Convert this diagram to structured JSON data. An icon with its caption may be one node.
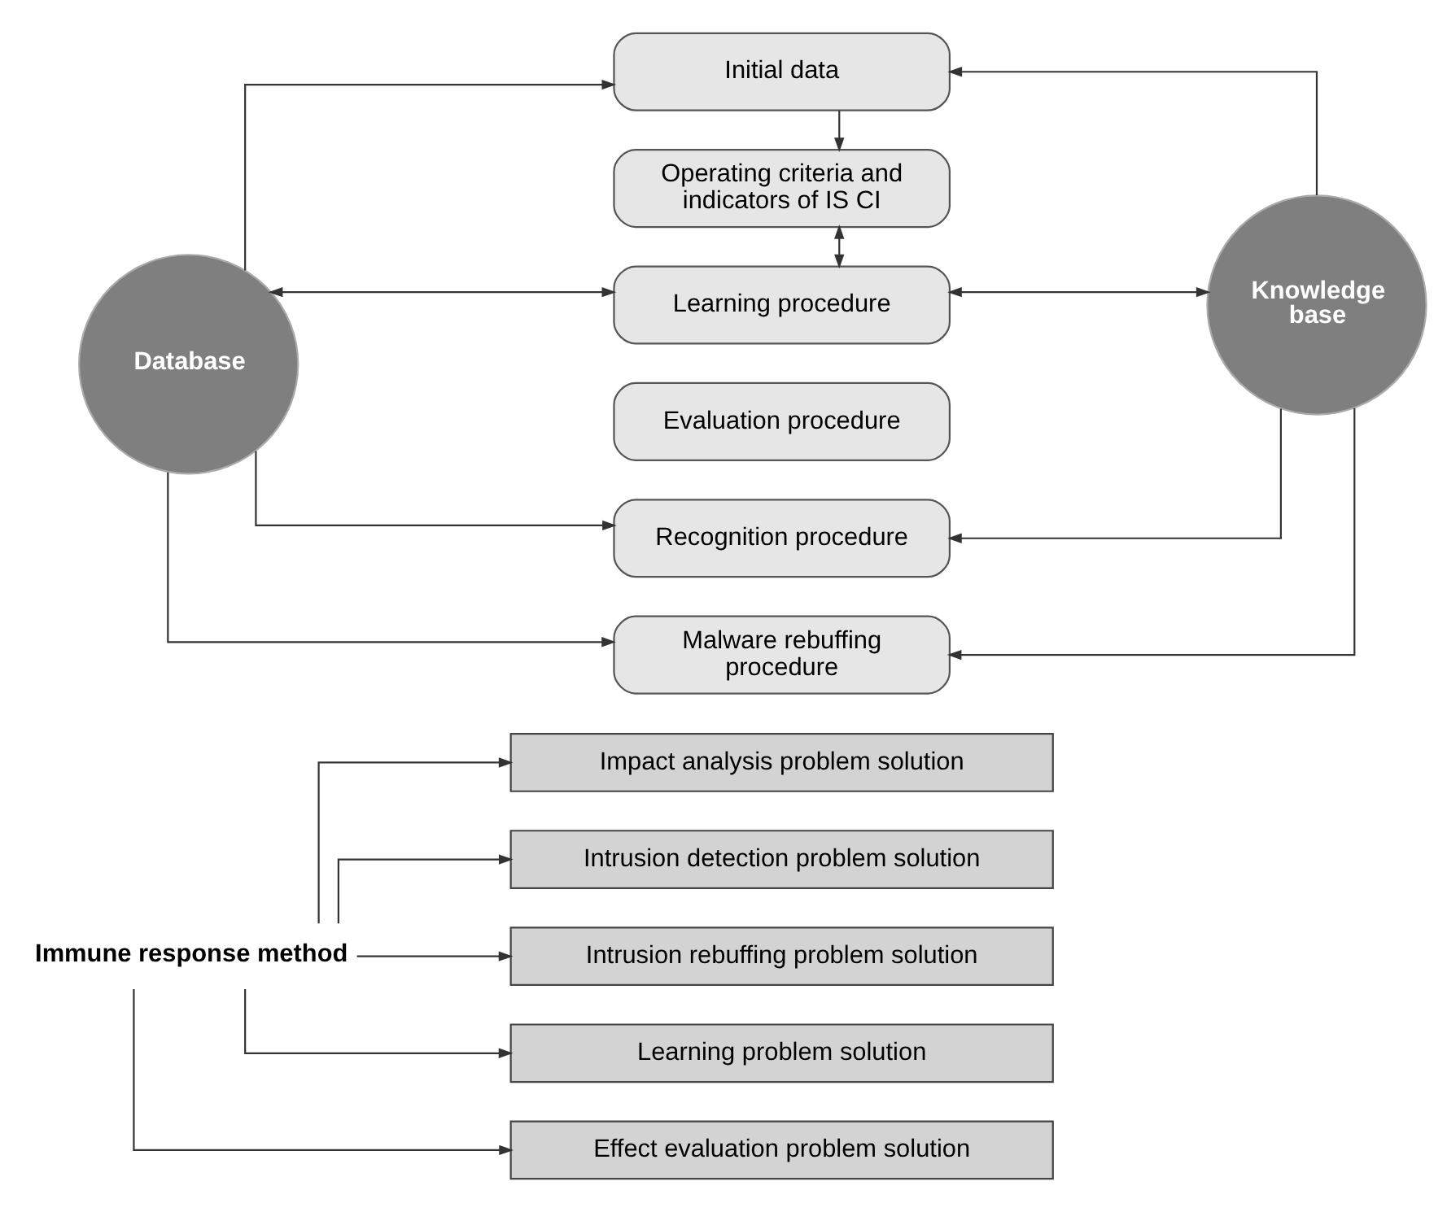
{
  "diagram": {
    "nodes": [
      {
        "text": [
          "Initial data"
        ]
      },
      {
        "text": [
          "Operating criteria and indicators of IS CI"
        ]
      },
      {
        "text": [
          "Database"
        ]
      },
      {
        "text": [
          "Learning procedure"
        ]
      },
      {
        "text": [
          "Knowledge base"
        ]
      },
      {
        "text": [
          "Evaluation procedure"
        ]
      },
      {
        "text": [
          "Recognition procedure"
        ]
      },
      {
        "text": [
          "Malware rebuffing procedure"
        ]
      },
      {
        "text": [
          "Immune response method"
        ]
      },
      {
        "text": [
          "Impact analysis problem solution"
        ]
      },
      {
        "text": [
          "Intrusion detection problem solution"
        ]
      },
      {
        "text": [
          "Intrusion rebuffing problem solution"
        ]
      },
      {
        "text": [
          "Learning problem solution"
        ]
      },
      {
        "text": [
          "Effect evaluation problem solution"
        ]
      }
    ],
    "edges": [
      {
        "from": 0,
        "to": 1,
        "arrow": "to"
      },
      {
        "from": 1,
        "to": 3,
        "arrow": "both"
      },
      {
        "from": 2,
        "to": 3,
        "arrow": "both"
      },
      {
        "from": 2,
        "to": 0,
        "arrow": "to"
      },
      {
        "from": 2,
        "to": 6,
        "arrow": "to"
      },
      {
        "from": 2,
        "to": 7,
        "arrow": "to"
      },
      {
        "from": 4,
        "to": 3,
        "arrow": "both"
      },
      {
        "from": 4,
        "to": 0,
        "arrow": "to"
      },
      {
        "from": 4,
        "to": 6,
        "arrow": "to"
      },
      {
        "from": 4,
        "to": 7,
        "arrow": "to"
      },
      {
        "from": 8,
        "to": 9,
        "arrow": "to"
      },
      {
        "from": 8,
        "to": 10,
        "arrow": "to"
      },
      {
        "from": 8,
        "to": 11,
        "arrow": "to"
      },
      {
        "from": 8,
        "to": 12,
        "arrow": "to"
      },
      {
        "from": 8,
        "to": 13,
        "arrow": "to"
      }
    ]
  }
}
